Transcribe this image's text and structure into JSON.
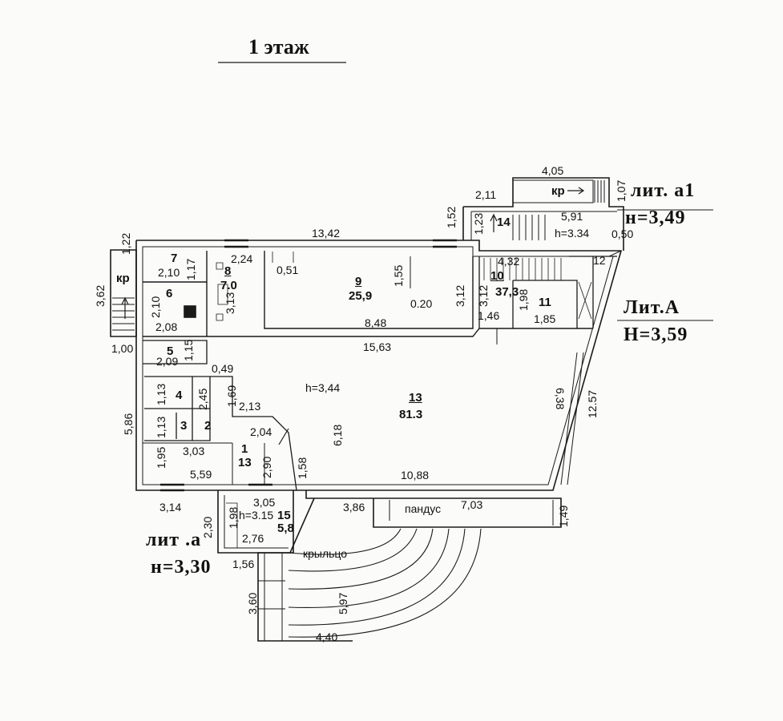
{
  "title": "1 этаж",
  "lit_a1": {
    "name": "лит. а1",
    "height": "н=3,49"
  },
  "lit_A": {
    "name": "Лит.А",
    "height": "Н=3,59"
  },
  "lit_a": {
    "name": "лит .а",
    "height": "н=3,30"
  },
  "rooms": {
    "r1": {
      "num": "1",
      "area": "13"
    },
    "r2": {
      "num": "2"
    },
    "r3": {
      "num": "3"
    },
    "r4": {
      "num": "4"
    },
    "r5": {
      "num": "5"
    },
    "r6": {
      "num": "6"
    },
    "r7": {
      "num": "7"
    },
    "r8": {
      "num": "8",
      "area": "7.0"
    },
    "r9": {
      "num": "9",
      "area": "25,9"
    },
    "r10": {
      "num": "10",
      "area": "37,3"
    },
    "r11": {
      "num": "11",
      "area": "1,85"
    },
    "r12": {
      "num": "12"
    },
    "r13": {
      "num": "13",
      "area": "81.3",
      "height": "h=3,44"
    },
    "r14": {
      "num": "14",
      "height": "h=3.34"
    },
    "r15": {
      "num": "15",
      "area": "5,8",
      "height": "h=3.15"
    }
  },
  "labels": {
    "kr_top": "кр",
    "kr_left": "кр",
    "ramp": "пандус",
    "porch": "крыльцо"
  },
  "dims": {
    "d405": "4,05",
    "d107": "1,07",
    "d211": "2,11",
    "d152": "1,52",
    "d123": "1,23",
    "d591": "5,91",
    "d050": "0,50",
    "d1342": "13,42",
    "d122": "1,22",
    "d224": "2,24",
    "d051": "0,51",
    "d155": "1,55",
    "d432": "4,32",
    "d210a": "2,10",
    "d117": "1,17",
    "d362": "3,62",
    "d210b": "2,10",
    "d208": "2,08",
    "d313": "3,13",
    "d020": "0.20",
    "d312a": "3,12",
    "d312b": "3,12",
    "d198a": "1,98",
    "d848": "8,48",
    "d146": "1,46",
    "d100": "1,00",
    "d115": "1,15",
    "d209": "2,09",
    "d1563": "15,63",
    "d049": "0,49",
    "d169": "1,69",
    "d113a": "1,13",
    "d245": "2,45",
    "d213": "2,13",
    "d586": "5,86",
    "d113b": "1,13",
    "d204": "2,04",
    "d618": "6,18",
    "d638": "6,38",
    "d1257": "12.57",
    "d303": "3,03",
    "d195": "1,95",
    "d290": "2,90",
    "d158": "1,58",
    "d559": "5,59",
    "d1088": "10,88",
    "d305": "3,05",
    "d314": "3,14",
    "d198b": "1,98",
    "d230": "2,30",
    "d386": "3,86",
    "d703": "7,03",
    "d149": "1,49",
    "d276": "2,76",
    "d156": "1,56",
    "d360": "3,60",
    "d597": "5,97",
    "d440": "4,40"
  }
}
